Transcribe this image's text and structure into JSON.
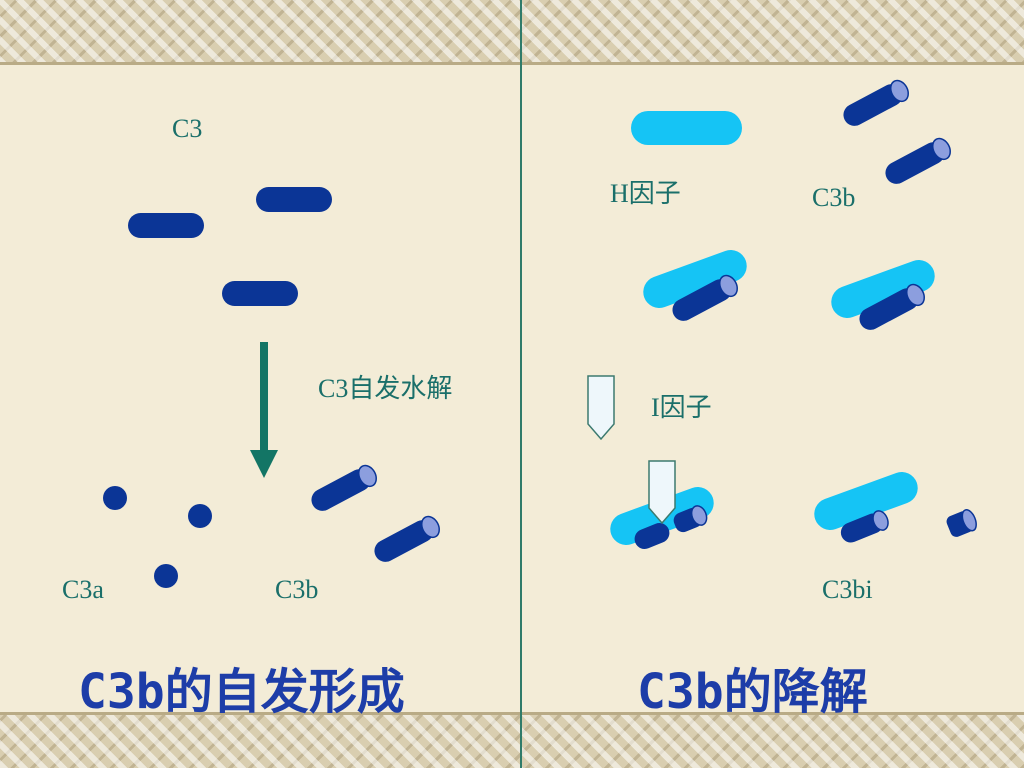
{
  "left_panel": {
    "c3_label": "C3",
    "hydrolysis_label": "C3自发水解",
    "c3a_label": "C3a",
    "c3b_label": "C3b",
    "title": "C3b的自发形成"
  },
  "right_panel": {
    "h_factor_label": "H因子",
    "c3b_label": "C3b",
    "i_factor_label": "I因子",
    "c3bi_label": "C3bi",
    "title": "C3b的降解"
  },
  "colors": {
    "dark_blue": "#0b3596",
    "light_blue": "#15c4f5",
    "cap_blue": "#8c9ede",
    "teal": "#137565",
    "text_teal": "#1a6f6a",
    "title_blue": "#1d3da8",
    "background": "#f3ecd7"
  }
}
